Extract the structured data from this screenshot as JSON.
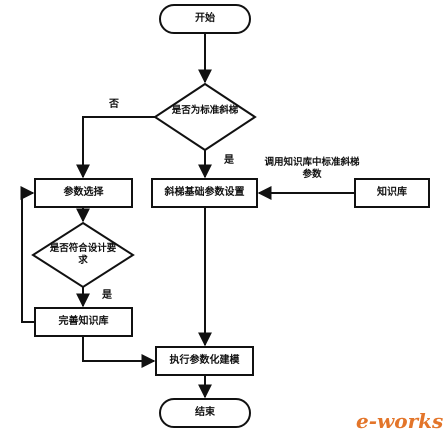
{
  "nodes": {
    "start": "开始",
    "decision_standard": "是否为标准斜梯",
    "param_select": "参数选择",
    "stair_base_param": "斜梯基础参数设置",
    "knowledge_base": "知识库",
    "decision_requirement": "是否符合设计要求",
    "improve_kb": "完善知识库",
    "execute_modeling": "执行参数化建模",
    "end": "结束"
  },
  "edges": {
    "no": "否",
    "yes_standard": "是",
    "call_kb": "调用知识库中标准斜梯参数",
    "yes_requirement": "是"
  },
  "watermark": {
    "text1": "e-works",
    "text2": ""
  }
}
